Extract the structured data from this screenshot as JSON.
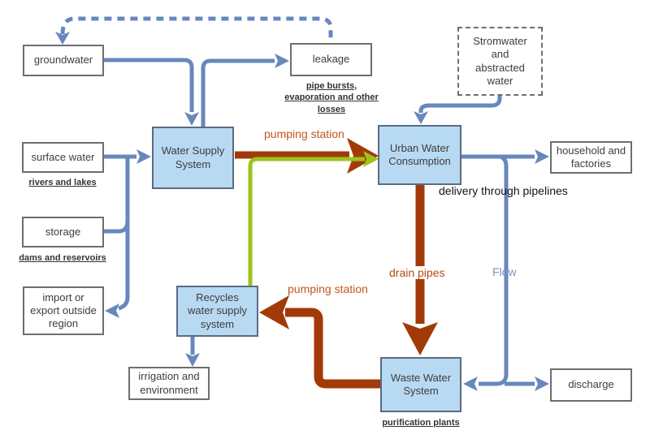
{
  "diagram": {
    "nodes": {
      "groundwater": {
        "label": "groundwater"
      },
      "leakage": {
        "label": "leakage",
        "note": "pipe bursts,\nevaporation and other\nlosses"
      },
      "stormwater": {
        "label": "Stromwater\nand\nabstracted\nwater"
      },
      "surface_water": {
        "label": "surface water",
        "note": "rivers and lakes"
      },
      "storage": {
        "label": "storage",
        "note": "dams and reservoirs"
      },
      "import_export": {
        "label": "import or\nexport outside\nregion"
      },
      "water_supply": {
        "label": "Water Supply\nSystem"
      },
      "urban_water": {
        "label": "Urban Water\nConsumption"
      },
      "household": {
        "label": "household and\nfactories"
      },
      "recycles": {
        "label": "Recycles\nwater supply\nsystem"
      },
      "waste_water": {
        "label": "Waste Water\nSystem",
        "note": "purification plants"
      },
      "irrigation": {
        "label": "irrigation and\nenvironment"
      },
      "discharge": {
        "label": "discharge"
      }
    },
    "edge_labels": {
      "pumping_station": "pumping station",
      "delivery": "delivery through pipelines",
      "drain_pipes": "drain pipes",
      "flow": "Flow"
    },
    "colors": {
      "flow_blue": "#6787bd",
      "node_fill_blue": "#b8d9f2",
      "node_border_blue": "#5a6b84",
      "node_border_gray": "#6e6e6e",
      "pipe_red": "#a23a08",
      "recycle_green": "#9cc41b",
      "label_orange": "#c2571f",
      "label_drain_red": "#b34a12",
      "label_flow_blue": "#7b93c6"
    }
  }
}
